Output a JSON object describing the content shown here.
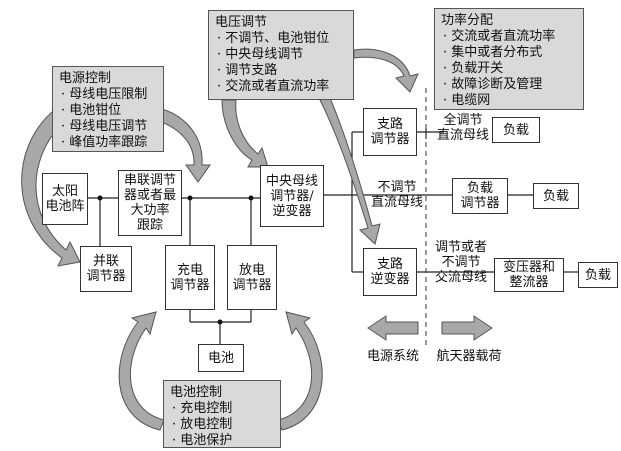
{
  "boxes": {
    "solar_array": [
      "太阳",
      "电池阵"
    ],
    "series_regulator": [
      "串联调节",
      "器或者最",
      "大功率",
      "跟踪"
    ],
    "shunt_regulator": [
      "并联",
      "调节器"
    ],
    "charge_regulator": [
      "充电",
      "调节器"
    ],
    "discharge_regulator": [
      "放电",
      "调节器"
    ],
    "battery": "电池",
    "central_bus_regulator": [
      "中央母线",
      "调节器/",
      "逆变器"
    ],
    "branch_regulator": [
      "支路",
      "调节器"
    ],
    "branch_inverter": [
      "支路",
      "逆变器"
    ],
    "load_regulator": [
      "负载",
      "调节器"
    ],
    "transformer_rectifier": [
      "变压器和",
      "整流器"
    ],
    "load_1": "负载",
    "load_2": "负载",
    "load_3": "负载"
  },
  "panels": {
    "power_control": {
      "title": "电源控制",
      "items": [
        "母线电压限制",
        "电池钳位",
        "母线电压调节",
        "峰值功率跟踪"
      ]
    },
    "voltage_regulation": {
      "title": "电压调节",
      "items": [
        "不调节、电池钳位",
        "中央母线调节",
        "调节支路",
        "交流或者直流功率"
      ]
    },
    "power_distribution": {
      "title": "功率分配",
      "items": [
        "交流或者直流功率",
        "集中或者分布式",
        "负载开关",
        "故障诊断及管理",
        "电缆网"
      ]
    },
    "battery_control": {
      "title": "电池控制",
      "items": [
        "充电控制",
        "放电控制",
        "电池保护"
      ]
    }
  },
  "bus_labels": {
    "full_regulated_dc": [
      "全调节",
      "直流母线"
    ],
    "unregulated_dc": [
      "不调节",
      "直流母线"
    ],
    "ac_bus": [
      "调节或者",
      "不调节",
      "交流母线"
    ]
  },
  "sides": {
    "power_system": "电源系统",
    "spacecraft_load": "航天器载荷"
  }
}
